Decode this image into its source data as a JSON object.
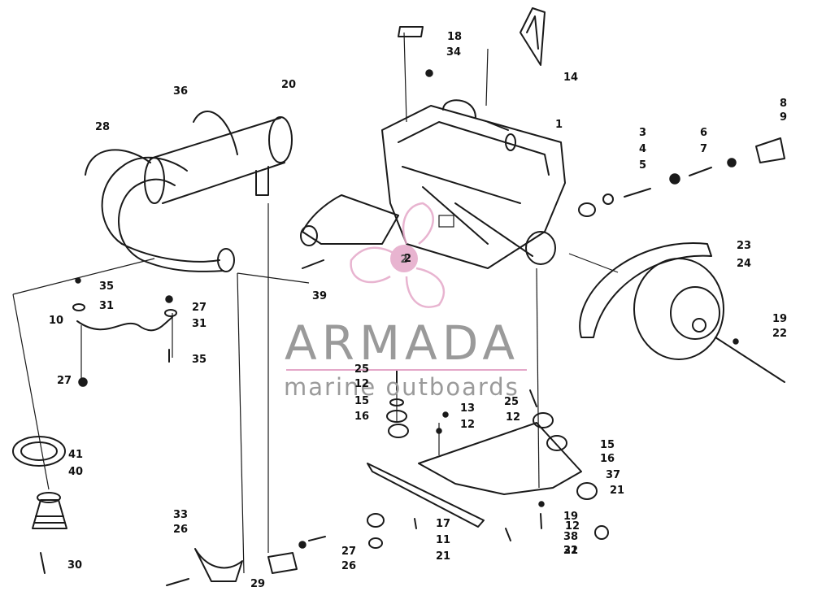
{
  "callouts": [
    "1",
    "2",
    "3",
    "4",
    "5",
    "6",
    "7",
    "8",
    "9",
    "10",
    "11",
    "12",
    "12",
    "12",
    "12",
    "13",
    "14",
    "15",
    "15",
    "16",
    "16",
    "17",
    "18",
    "19",
    "19",
    "20",
    "21",
    "21",
    "21",
    "22",
    "23",
    "24",
    "25",
    "25",
    "26",
    "26",
    "27",
    "27",
    "27",
    "28",
    "29",
    "30",
    "31",
    "31",
    "32",
    "33",
    "34",
    "35",
    "35",
    "36",
    "37",
    "38",
    "39",
    "40",
    "41"
  ],
  "watermark": {
    "title": "ARMADA",
    "subtitle": "marine outboards",
    "colors": {
      "primary": "#9a9a9a",
      "accent": "#e4a7c8"
    },
    "badge_number": "2"
  }
}
